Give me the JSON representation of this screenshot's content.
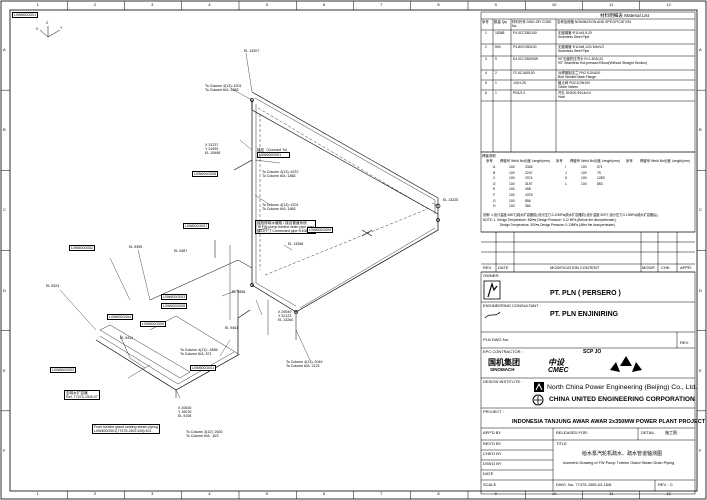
{
  "frame": {
    "cols": [
      "1",
      "2",
      "3",
      "4",
      "5",
      "6",
      "7",
      "8",
      "9",
      "10",
      "11",
      "12"
    ],
    "rows": [
      "A",
      "B",
      "C",
      "D",
      "E",
      "F"
    ]
  },
  "axis": {
    "x": "X",
    "y": "Y",
    "z": "Z"
  },
  "title_box": "L0W600G001",
  "elevations": [
    {
      "id": "el1",
      "text": "EL 13207"
    },
    {
      "id": "el2",
      "text": "EL 13225"
    },
    {
      "id": "el3",
      "text": "EL 13268"
    },
    {
      "id": "el4",
      "text": "EL 9487"
    },
    {
      "id": "el5",
      "text": "EL 9395"
    },
    {
      "id": "el6",
      "text": "EL 9324"
    },
    {
      "id": "el7",
      "text": "EL 9558"
    },
    {
      "id": "el8",
      "text": "EL 9461"
    },
    {
      "id": "el9",
      "text": "EL 9411"
    }
  ],
  "coords": [
    {
      "id": "c1",
      "lines": [
        "X 31237",
        "Y 31993",
        "EL 10698"
      ]
    },
    {
      "id": "c2",
      "lines": [
        "X 29049",
        "Y 22123",
        "EL 13260"
      ]
    },
    {
      "id": "c3",
      "lines": [
        "X 20630",
        "Y 16078",
        "EL 9108"
      ]
    }
  ],
  "connections": [
    {
      "id": "k1",
      "lines": [
        "To Column 4(13): 4201",
        "To Column 6/A: 1863"
      ]
    },
    {
      "id": "k2",
      "lines": [
        "To Column 4(13): 4237",
        "To Column 6/A: 1863"
      ]
    },
    {
      "id": "k3",
      "lines": [
        "To Column 4(13): 4201",
        "To Column 6/A: 1863"
      ]
    },
    {
      "id": "k4",
      "lines": [
        "To Column 4(13): -9550",
        "To Column 6/A: 571"
      ]
    },
    {
      "id": "k5",
      "lines": [
        "To Column 4(13): 2049",
        "To Column 6/A: 2123"
      ]
    },
    {
      "id": "k6",
      "lines": [
        "To Column 3(12): 2630",
        "To Column 6/A: -822"
      ]
    }
  ],
  "connect_to": {
    "line1": "接至（Connect To）",
    "line2": "L0W600G001"
  },
  "notes": [
    {
      "id": "n1",
      "lines": [
        "接检修疏水管路 / 接自管道系统",
        "To FW pump turbine drain pipe inlet",
        "接口尺寸 Connected pipe Φ108x4"
      ]
    },
    {
      "id": "n2",
      "lines": [
        "至疏水扩容器",
        "Ref. 77475-J305-07"
      ]
    },
    {
      "id": "n3",
      "lines": [
        "From turbine gland sealing steam piping",
        "L0W400G001(77475-J302-ID0)/101"
      ]
    }
  ],
  "line_tags": [
    "L0W600G006",
    "L0W600G007",
    "L0W600G002",
    "L0W600G003",
    "L0W600G004",
    "L0W600G005",
    "L0W600G009",
    "L0W600G008",
    "L0W600G001",
    "L0W600G002"
  ],
  "material": {
    "title": "材料明细表 Material List",
    "headers": [
      "序号",
      "数量 Qty",
      "材料代号 DWG.OR CODE No.",
      "名称及规格 NOMINATION AND SPECIFICATION"
    ],
    "rows": [
      {
        "no": "1",
        "qty": "18368",
        "code": "P4.0CC05D100",
        "spec": [
          "无缝钢管 Φ114x3.5,20",
          "Seamless Steel Pipe"
        ]
      },
      {
        "no": "2",
        "qty": "594",
        "code": "P4.8XC05D100",
        "spec": [
          "无缝钢管 Φ114x8,12Cr1MoVG",
          "Seamless Steel Pipe"
        ]
      },
      {
        "no": "3",
        "qty": "9",
        "code": "E4.0CC05D90W",
        "spec": [
          "90°无缝热压弯头 R=1.5DN,20",
          "90° Seamless Hot-pressed Elbow(Without Straight Section)"
        ]
      },
      {
        "no": "4",
        "qty": "2",
        "code": "F2.5C1M0100",
        "spec": [
          "对焊钢制法兰 PN2.5,DN100",
          "Butt Welded Male Flange"
        ]
      },
      {
        "no": "5",
        "qty": "1",
        "code": "J41H-25",
        "spec": [
          "截止阀 PN2.5,DN100",
          "Globe Valves"
        ]
      },
      {
        "no": "6",
        "qty": "1",
        "code": "PN1/1.0",
        "spec": [
          "开孔 DN100,Φ114x14",
          "Hole"
        ]
      }
    ]
  },
  "weld_table": {
    "title": "焊缝说明",
    "headers": [
      "序号",
      "焊缝号 Weld No.",
      "长度 Length(mm)"
    ],
    "left": [
      [
        "A",
        "100",
        "3345"
      ],
      [
        "B",
        "100",
        "2247"
      ],
      [
        "C",
        "100",
        "1974"
      ],
      [
        "D",
        "100",
        "3197"
      ],
      [
        "E",
        "100",
        "498"
      ],
      [
        "F",
        "100",
        "4378"
      ],
      [
        "G",
        "100",
        "856"
      ],
      [
        "H",
        "100",
        "384"
      ]
    ],
    "right": [
      [
        "I",
        "100",
        "571"
      ],
      [
        "J",
        "100",
        "79"
      ],
      [
        "K",
        "100",
        "1283"
      ],
      [
        "L",
        "100",
        "853"
      ]
    ]
  },
  "design_notes": [
    "说明: 1.设计温度:456℃(疏水扩容器前);设计压力:0.12MPa(疏水扩容器前);设计温度:300℃;设计压力:0.13MPa(疏水扩容器后)。",
    "NOTE: 1. Design Temperature: 456℃,Design Pressure: 0.12 MPa (Before the desuperheater);",
    "Design Temperature: 300℃,Design Pressure: 0.13MPa (After the desuperheater)."
  ],
  "revision": {
    "headers": [
      "REV.",
      "DATE",
      "MODIFICATION CONTENT",
      "MODIF.",
      "CHK.",
      "APPR."
    ]
  },
  "owner": {
    "label": "OWNER:",
    "name": "PT. PLN ( PERSERO )"
  },
  "engineering": {
    "label": "ENGINEERING CONSULTANT :",
    "name": "PT. PLN ENJINIRING"
  },
  "pln_dwg": {
    "label": "PLN DWG No.",
    "rev": "REV."
  },
  "epc": {
    "label": "EPC CONTRACTOR :",
    "sinomach_cn": "国机集团",
    "sinomach_en": "SINOMACH",
    "cmec_cn": "中设",
    "cmec_en": "CMEC",
    "scp": "SCP JO"
  },
  "institute": {
    "label": "DESIGN INSTITUTE :",
    "ncpe": "North China Power Engineering (Beijing) Co., Ltd.",
    "cuec": "CHINA UNITED ENGINEERING CORPORATION"
  },
  "project": {
    "label": "PROJECT :",
    "name": "INDONESIA TANJUNG AWAR AWAR 2x350MW POWER PLANT PROJECT"
  },
  "signoff": {
    "rows": [
      "APP'D BY",
      "REV'D BY",
      "CHK'D BY",
      "DSN'D BY",
      "DATE",
      "SCALE"
    ],
    "released": "RELEASED FOR:",
    "detail": "DETAIL",
    "detail_val": "施工图",
    "title_label": "TITLE",
    "title_cn": "给水泵汽轮机疏水、疏水管道轴测图",
    "title_en": "Isometric Drawing of FW Pump Turbine Gland Steam Drain Piping",
    "dwg_label": "DWG. No. 77475-J305-03-15/8",
    "rev_label": "REV. : 0"
  }
}
